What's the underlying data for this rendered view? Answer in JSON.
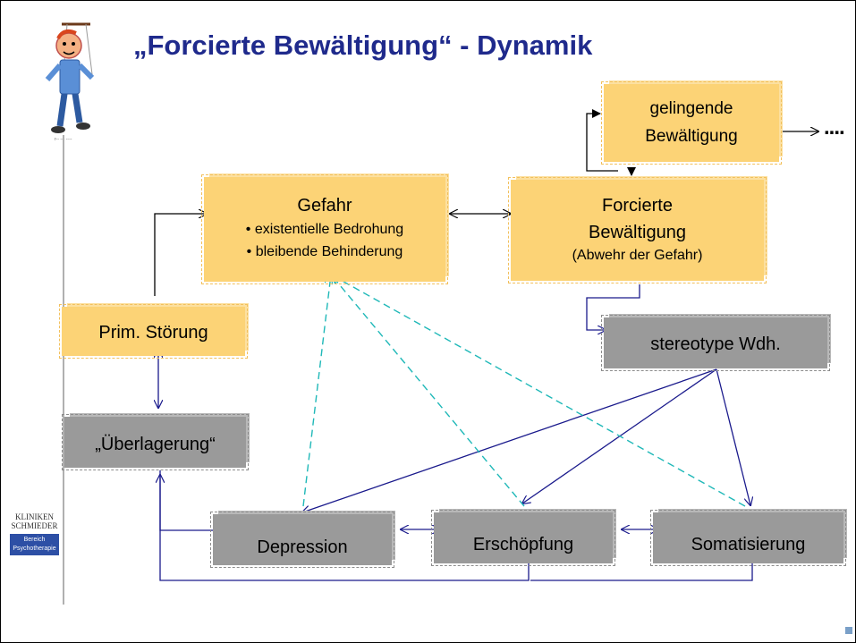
{
  "title": "„Forcierte Bewältigung“ - Dynamik",
  "ellipsis": "....",
  "boxes": {
    "gelingende": {
      "line1": "gelingende",
      "line2": "Bewältigung"
    },
    "gefahr": {
      "title": "Gefahr",
      "bullet1": "• existentielle Bedrohung",
      "bullet2": "• bleibende Behinderung"
    },
    "forcierte": {
      "line1": "Forcierte",
      "line2": "Bewältigung",
      "line3": "(Abwehr der Gefahr)"
    },
    "stereotype": {
      "label": "stereotype Wdh."
    },
    "prim": {
      "label": "Prim. Störung"
    },
    "ueberlagerung": {
      "label": "„Überlagerung“"
    },
    "depression": {
      "label": "Depression"
    },
    "erschoepfung": {
      "label": "Erschöpfung"
    },
    "somatisierung": {
      "label": "Somatisierung"
    }
  },
  "logo": {
    "line1": "KLINIKEN",
    "line2": "SCHMIEDER",
    "band1": "Bereich",
    "band2": "Psychotherapie"
  },
  "colors": {
    "title": "#1f2a8c",
    "box_yellow": "#fcd376",
    "box_gray": "#9a9a9a",
    "arrow_blue": "#1a1a8c",
    "arrow_teal": "#1fb8b8",
    "arrow_black": "#000000"
  },
  "icons": [
    "puppet-figure-icon",
    "slide-corner-icon"
  ]
}
